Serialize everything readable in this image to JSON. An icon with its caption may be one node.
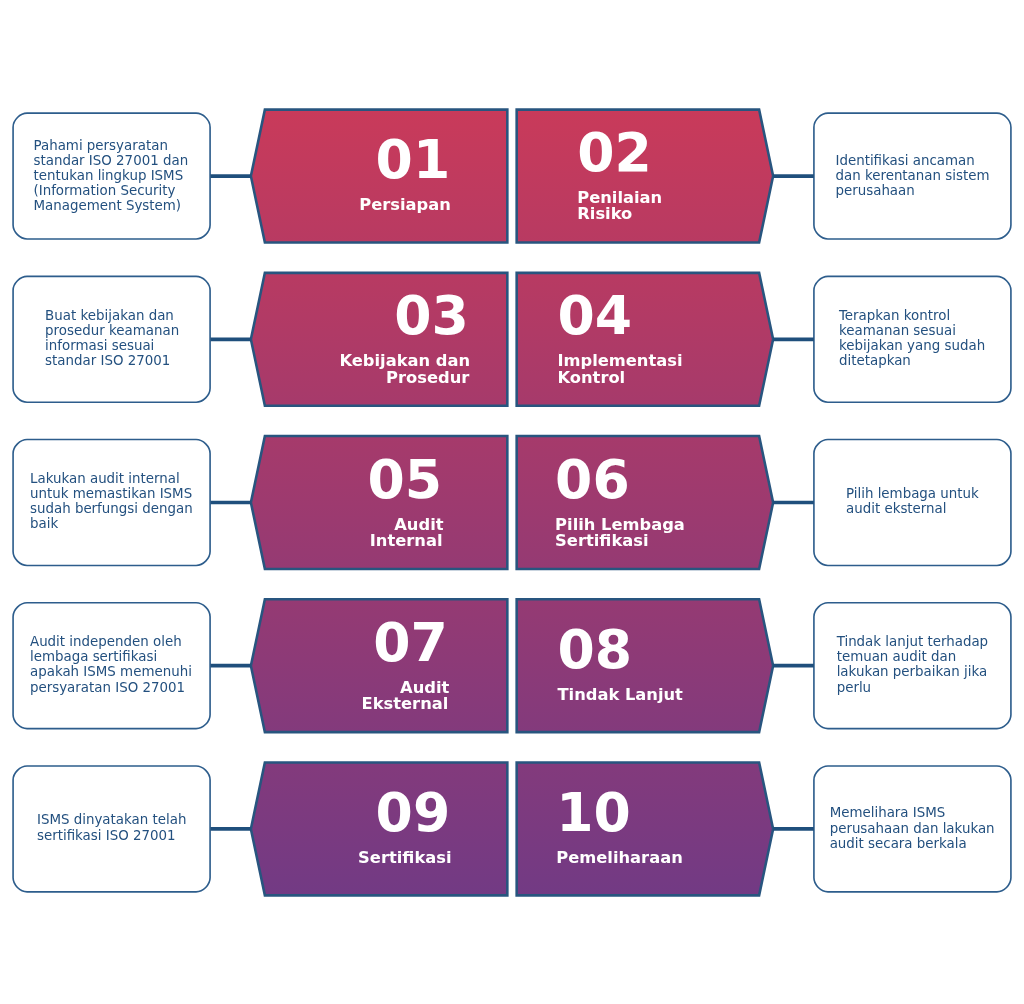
{
  "diagram": {
    "nodes": [
      {
        "text": [
          "Pahami persyaratan standar ISO 27001 dan tentukan lingkup ISMS (Information Security Management System)"
        ]
      },
      {
        "text": [
          "01",
          "Persiapan"
        ]
      },
      {
        "text": [
          "02",
          "Penilaian Risiko"
        ]
      },
      {
        "text": [
          "Identifikasi ancaman dan kerentanan sistem perusahaan"
        ]
      },
      {
        "text": [
          "Buat kebijakan dan prosedur keamanan informasi sesuai standar ISO 27001"
        ]
      },
      {
        "text": [
          "03",
          "Kebijakan dan Prosedur"
        ]
      },
      {
        "text": [
          "04",
          "Implementasi Kontrol"
        ]
      },
      {
        "text": [
          "Terapkan kontrol keamanan sesuai kebijakan yang sudah ditetapkan"
        ]
      },
      {
        "text": [
          "Lakukan audit internal untuk memastikan ISMS sudah berfungsi dengan baik"
        ]
      },
      {
        "text": [
          "05",
          "Audit Internal"
        ]
      },
      {
        "text": [
          "06",
          "Pilih Lembaga Sertifikasi"
        ]
      },
      {
        "text": [
          "Pilih lembaga untuk audit eksternal"
        ]
      },
      {
        "text": [
          "Audit independen oleh lembaga sertifikasi apakah ISMS memenuhi persyaratan ISO 27001"
        ]
      },
      {
        "text": [
          "07",
          "Audit Eksternal"
        ]
      },
      {
        "text": [
          "08",
          "Tindak Lanjut"
        ]
      },
      {
        "text": [
          "Tindak lanjut terhadap temuan audit dan lakukan perbaikan jika perlu"
        ]
      },
      {
        "text": [
          "ISMS dinyatakan telah sertifikasi ISO 27001"
        ]
      },
      {
        "text": [
          "09",
          "Sertifikasi"
        ]
      },
      {
        "text": [
          "10",
          "Pemeliharaan"
        ]
      },
      {
        "text": [
          "Memelihara ISMS perusahaan dan lakukan audit secara berkala"
        ]
      }
    ],
    "edges": [
      {
        "from": 0,
        "to": 1,
        "arrow": "none"
      },
      {
        "from": 2,
        "to": 3,
        "arrow": "none"
      },
      {
        "from": 4,
        "to": 5,
        "arrow": "none"
      },
      {
        "from": 6,
        "to": 7,
        "arrow": "none"
      },
      {
        "from": 8,
        "to": 9,
        "arrow": "none"
      },
      {
        "from": 10,
        "to": 11,
        "arrow": "none"
      },
      {
        "from": 12,
        "to": 13,
        "arrow": "none"
      },
      {
        "from": 14,
        "to": 15,
        "arrow": "none"
      },
      {
        "from": 16,
        "to": 17,
        "arrow": "none"
      },
      {
        "from": 18,
        "to": 19,
        "arrow": "none"
      }
    ]
  }
}
